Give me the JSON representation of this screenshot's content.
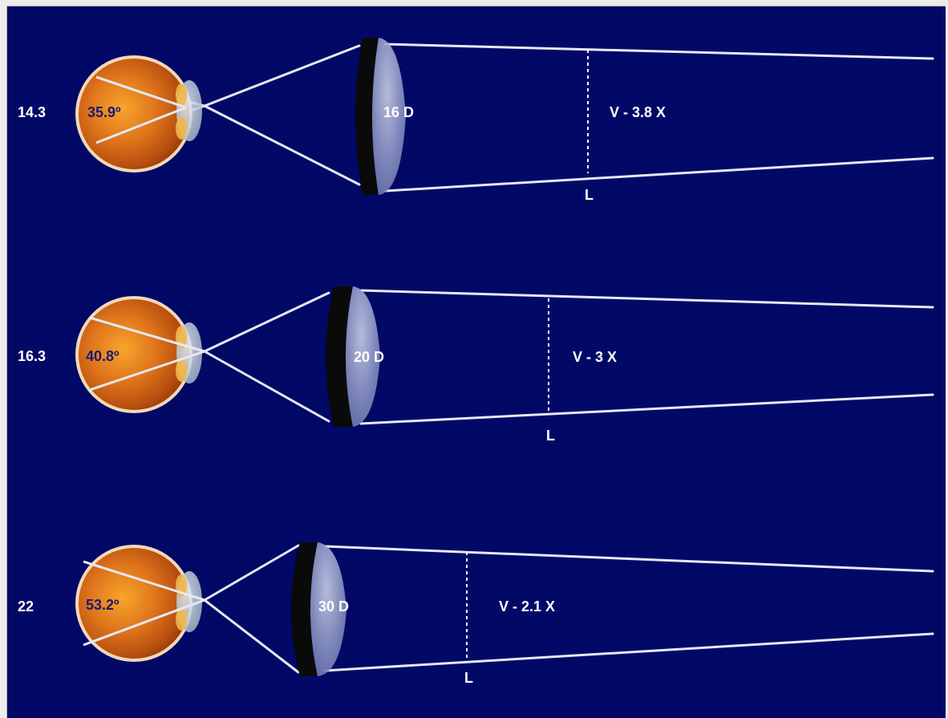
{
  "rows": [
    {
      "focal": "14.3",
      "angle": "35.9º",
      "lens": "16 D",
      "magnification": "V - 3.8 X",
      "marker": "L"
    },
    {
      "focal": "16.3",
      "angle": "40.8º",
      "lens": "20 D",
      "magnification": "V - 3 X",
      "marker": "L"
    },
    {
      "focal": "22",
      "angle": "53.2º",
      "lens": "30 D",
      "magnification": "V - 2.1 X",
      "marker": "L"
    }
  ],
  "colors": {
    "background": "#020866",
    "rays": "#e6e8f2",
    "eye": "#c75a12",
    "lens_rim": "#0a0a0a"
  }
}
